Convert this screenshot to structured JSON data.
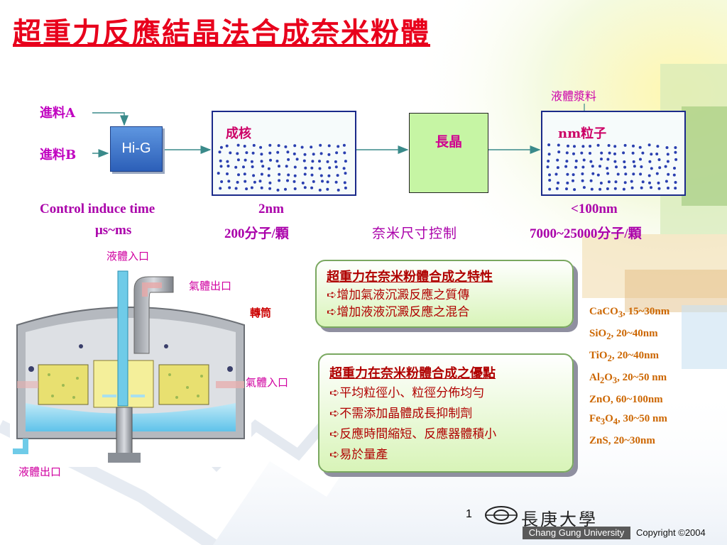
{
  "title": "超重力反應結晶法合成奈米粉體",
  "process": {
    "feed_a": "進料A",
    "feed_b": "進料B",
    "reactor": "Hi-G",
    "nucleation": "成核",
    "growth": "長晶",
    "nm_particle": "nm粒子",
    "liquid_slurry": "液體漿料"
  },
  "metrics": {
    "control_time": "Control induce time",
    "time_unit": "μs~ms",
    "size_nucleation": "2nm",
    "molecules_nucleation": "200分子/顆",
    "size_control": "奈米尺寸控制",
    "size_final": "<100nm",
    "molecules_final": "7000~25000分子/顆"
  },
  "apparatus": {
    "liquid_inlet": "液體入口",
    "gas_outlet": "氣體出口",
    "rotor": "轉筒",
    "gas_inlet": "氣體入口",
    "liquid_outlet": "液體出口"
  },
  "features": {
    "heading": "超重力在奈米粉體合成之特性",
    "items": [
      "增加氣液沉澱反應之質傳",
      "增加液液沉澱反應之混合"
    ]
  },
  "advantages": {
    "heading": "超重力在奈米粉體合成之優點",
    "items": [
      "平均粒徑小、粒徑分佈均勻",
      "不需添加晶體成長抑制劑",
      "反應時間縮短、反應器體積小",
      "易於量產"
    ]
  },
  "materials": [
    {
      "base": "CaCO",
      "sub": "3",
      "rest": ", 15~30nm"
    },
    {
      "base": "SiO",
      "sub": "2",
      "rest": ", 20~40nm"
    },
    {
      "base": "TiO",
      "sub": "2",
      "rest": ", 20~40nm"
    },
    {
      "base": "Al",
      "sub": "2",
      "mid": "O",
      "sub2": "3",
      "rest": ", 20~50 nm"
    },
    {
      "base": "ZnO",
      "rest": ", 60~100nm"
    },
    {
      "base": "Fe",
      "sub": "3",
      "mid": "O",
      "sub2": "4",
      "rest": ", 30~50 nm"
    },
    {
      "base": "ZnS",
      "rest": ", 20~30nm"
    }
  ],
  "footer": {
    "page_number": "1",
    "university_cn": "長庚大學",
    "university_en": "Chang Gung University",
    "copyright": "Copyright ©2004"
  },
  "colors": {
    "title": "#e8001c",
    "label_magenta": "#c000c0",
    "panel_text": "#b00000",
    "materials_text": "#cc6600",
    "dots": "#2a3fb0"
  },
  "icons": {
    "bullet": "right-arrow-bullet-icon",
    "logo": "chang-gung-logo-icon"
  }
}
